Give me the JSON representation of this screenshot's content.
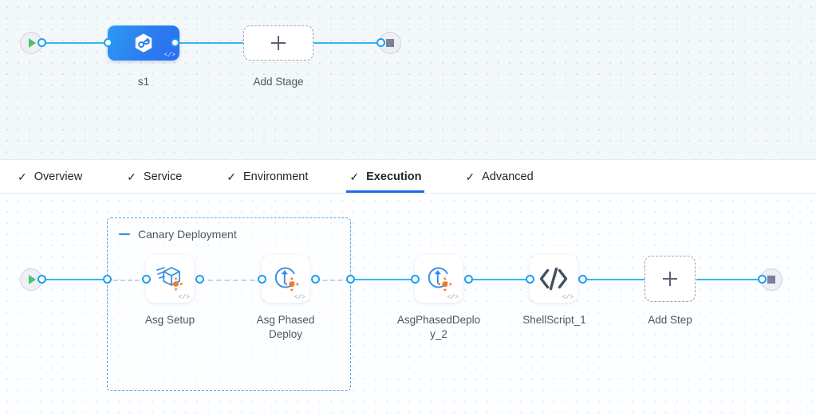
{
  "stage_canvas": {
    "start_node": {
      "icon": "play-icon",
      "name": "pipeline-start"
    },
    "end_node": {
      "icon": "stop-icon",
      "name": "pipeline-end"
    },
    "stage": {
      "label": "s1",
      "icon": "harness-deployment-hexagon-icon",
      "code_badge": "</>"
    },
    "add_stage": {
      "label": "Add Stage",
      "icon": "plus-icon"
    }
  },
  "tabs": {
    "tick": "✓",
    "items": [
      {
        "label": "Overview",
        "active": false
      },
      {
        "label": "Service",
        "active": false
      },
      {
        "label": "Environment",
        "active": false
      },
      {
        "label": "Execution",
        "active": true
      },
      {
        "label": "Advanced",
        "active": false
      }
    ],
    "active_color": "#1b6ce5"
  },
  "execution_canvas": {
    "start_node": {
      "icon": "play-icon",
      "name": "execution-start"
    },
    "end_node": {
      "icon": "stop-icon",
      "name": "execution-end"
    },
    "step_group": {
      "title": "Canary Deployment",
      "collapse_icon": "minus-icon",
      "border_color": "#4aa8f0"
    },
    "steps": [
      {
        "label": "Asg Setup",
        "icon": "asg-setup-cube-icon",
        "code_badge": "</>",
        "in_group": true
      },
      {
        "label": "Asg Phased Deploy",
        "icon": "asg-phased-deploy-icon",
        "code_badge": "</>",
        "in_group": true
      },
      {
        "label": "AsgPhasedDeploy_2",
        "icon": "asg-phased-deploy-icon",
        "code_badge": "</>",
        "in_group": false
      },
      {
        "label": "ShellScript_1",
        "icon": "shell-script-code-icon",
        "code_badge": "</>",
        "in_group": false
      }
    ],
    "add_step": {
      "label": "Add Step",
      "icon": "plus-icon"
    }
  },
  "colors": {
    "edge": "#36b7f0",
    "port": "#1e9ff2",
    "stage_blue": "#2b7df0",
    "accent_orange": "#f1762b",
    "play_green": "#4dc26b"
  }
}
